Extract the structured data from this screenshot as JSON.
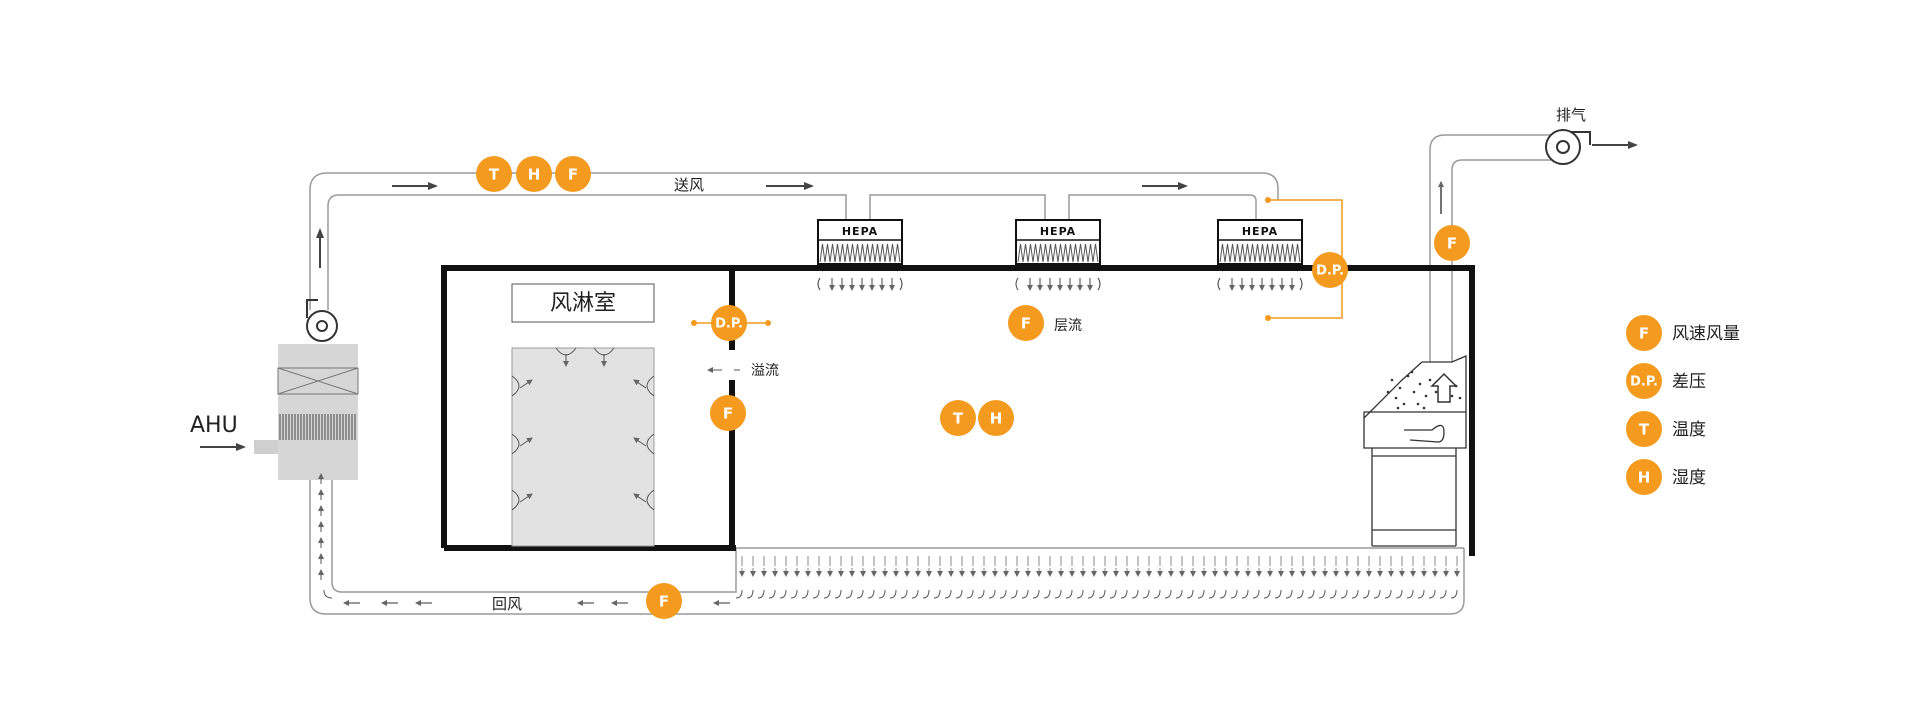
{
  "colors": {
    "accent": "#F39A1F",
    "duct": "#9a9a9a",
    "wall": "#111111",
    "arrow": "#444444",
    "panel": "#d9d9d9"
  },
  "labels": {
    "ahu": "AHU",
    "supply": "送风",
    "return": "回风",
    "exhaust": "排气",
    "air_shower": "风淋室",
    "overflow": "溢流",
    "laminar": "层流",
    "hepa": "HEPA"
  },
  "badges": {
    "T": "T",
    "H": "H",
    "F": "F",
    "DP": "D.P."
  },
  "legend": [
    {
      "badge": "F",
      "text": "风速风量"
    },
    {
      "badge": "D.P.",
      "text": "差压"
    },
    {
      "badge": "T",
      "text": "温度"
    },
    {
      "badge": "H",
      "text": "湿度"
    }
  ]
}
